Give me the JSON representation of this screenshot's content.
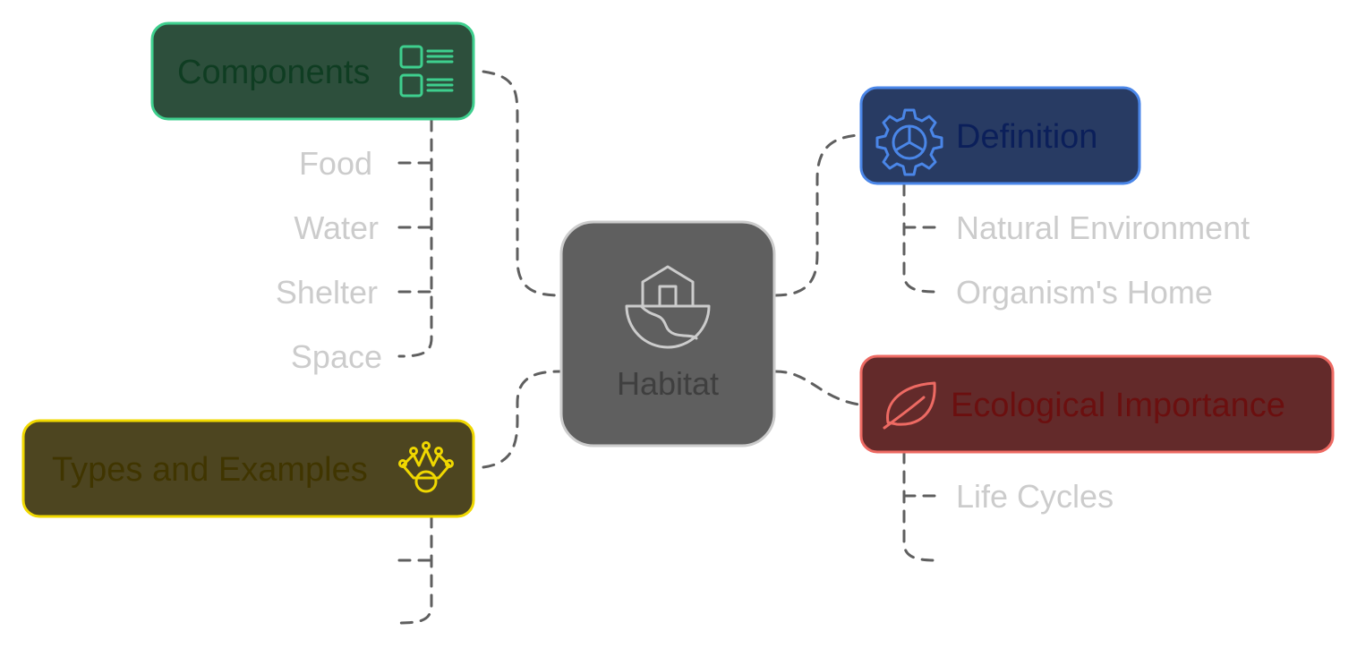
{
  "center": {
    "label": "Habitat",
    "icon": "house-on-globe-icon"
  },
  "branches": {
    "components": {
      "label": "Components",
      "icon": "list-icon",
      "fill": "#2d4f3c",
      "border": "#3ecf8e",
      "text_color": "#0f3d22",
      "items": [
        "Food",
        "Water",
        "Shelter",
        "Space"
      ]
    },
    "definition": {
      "label": "Definition",
      "icon": "gear-icon",
      "fill": "#283b63",
      "border": "#4a86e8",
      "text_color": "#0b1f5a",
      "items": [
        "Natural Environment",
        "Organism's Home"
      ]
    },
    "ecological_importance": {
      "label": "Ecological Importance",
      "icon": "leaf-icon",
      "fill": "#632a2a",
      "border": "#ee6a63",
      "text_color": "#6b0f0f",
      "items": [
        "Life Cycles",
        ""
      ]
    },
    "types_and_examples": {
      "label": "Types and Examples",
      "icon": "crown-icon",
      "fill": "#4d4520",
      "border": "#f0d800",
      "text_color": "#403500",
      "items": [
        "",
        ""
      ]
    }
  },
  "colors": {
    "center_fill": "#5f5f5f",
    "center_border": "#cccccc",
    "center_text": "#3f3f3f",
    "leaf_text": "#cccccc",
    "connector": "#5f5f5f"
  }
}
